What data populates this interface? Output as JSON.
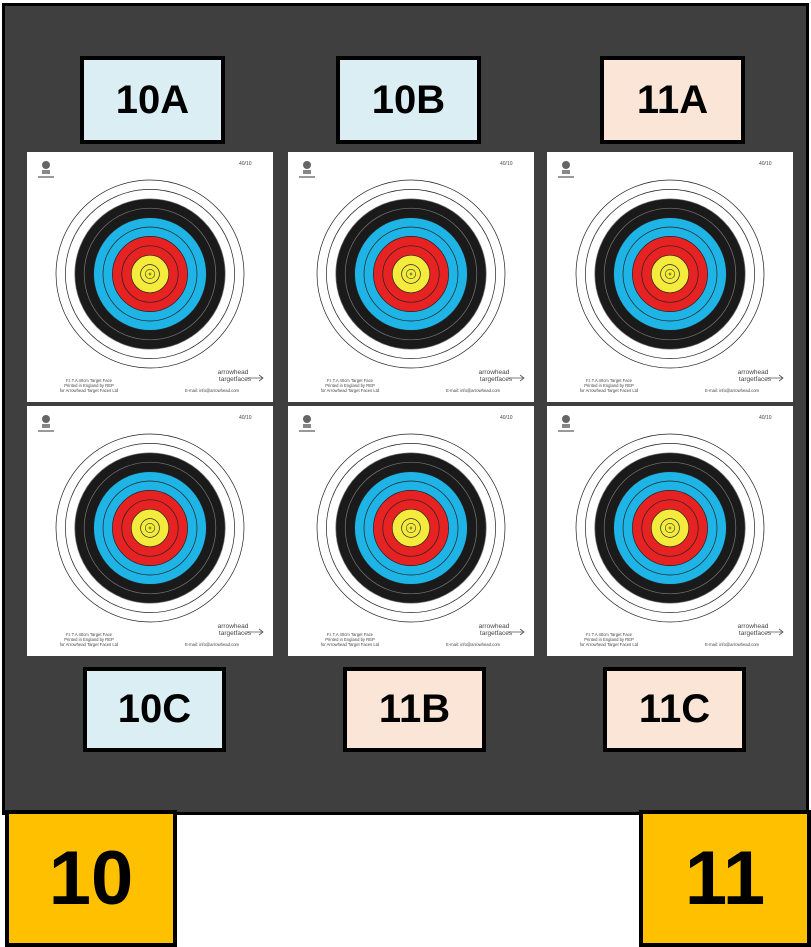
{
  "colors": {
    "board": "#3f3f3f",
    "label_blue": "#dbeef4",
    "label_peach": "#fbe5d6",
    "butt_number": "#ffc000",
    "ring_white": "#ffffff",
    "ring_black": "#1a1a1a",
    "ring_blue": "#1eb4e6",
    "ring_red": "#e62222",
    "ring_gold": "#f5eb3c"
  },
  "top_labels": [
    {
      "text": "10A",
      "color": "label_blue"
    },
    {
      "text": "10B",
      "color": "label_blue"
    },
    {
      "text": "11A",
      "color": "label_peach"
    }
  ],
  "bottom_labels": [
    {
      "text": "10C",
      "color": "label_blue"
    },
    {
      "text": "11B",
      "color": "label_peach"
    },
    {
      "text": "11C",
      "color": "label_peach"
    }
  ],
  "target_face": {
    "size_text": "40/10",
    "caption": "F.I.T.A 40cm Target Face",
    "printed": "Printed in England by REP",
    "for": "for Arrowhead Target Faces Ltd",
    "brand": "arrowhead",
    "brand_sub": "targetfaces",
    "email": "E-mail: info@arrowhead.com"
  },
  "butts": {
    "left_number": "10",
    "right_number": "11"
  }
}
